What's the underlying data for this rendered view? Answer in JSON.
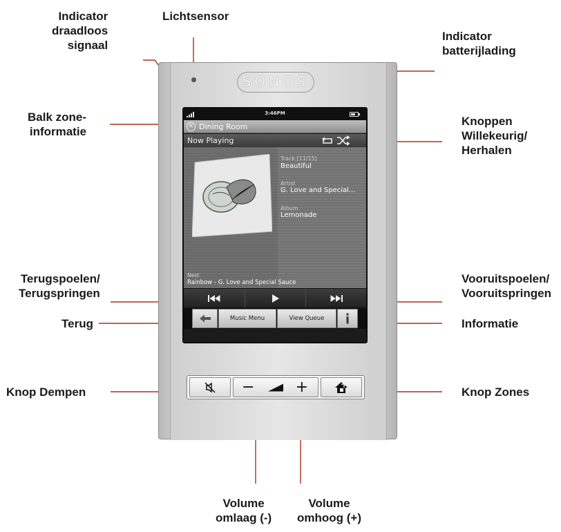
{
  "callouts": {
    "wireless_indicator": "Indicator\ndraadloos\nsignaal",
    "light_sensor": "Lichtsensor",
    "battery_indicator": "Indicator\nbatterijlading",
    "zone_info_bar": "Balk zone-\ninformatie",
    "shuffle_repeat_buttons": "Knoppen\nWillekeurig/\nHerhalen",
    "rewind_skip_back": "Terugspoelen/\nTerugspringen",
    "fast_forward_skip": "Vooruitspoelen/\nVooruitspringen",
    "back": "Terug",
    "info": "Informatie",
    "mute_button": "Knop Dempen",
    "zones_button": "Knop Zones",
    "volume_down": "Volume\nomlaag (-)",
    "volume_up": "Volume\nomhoog (+)"
  },
  "device": {
    "logo": "SONOS"
  },
  "screen": {
    "status": {
      "time": "3:46PM"
    },
    "zone_bar": {
      "zone_name": "Dining Room"
    },
    "now_playing": {
      "title": "Now Playing",
      "track_label": "Track [11/15]",
      "track_name": "Beautiful",
      "artist_label": "Artist",
      "artist_name": "G. Love and Special...",
      "album_label": "Album",
      "album_name": "Lemonade",
      "next_label": "Next",
      "next_value": "Rainbow - G. Love and Special Sauce"
    },
    "menu": {
      "music_menu": "Music Menu",
      "view_queue": "View Queue"
    }
  },
  "hardware": {
    "volume_minus": "−",
    "volume_plus": "+"
  },
  "icons": {
    "signal": "signal-bars-icon",
    "battery": "battery-icon",
    "zone": "zone-close-icon",
    "repeat": "repeat-icon",
    "shuffle": "shuffle-icon",
    "previous": "skip-back-icon",
    "play": "play-icon",
    "next": "skip-forward-icon",
    "back": "back-arrow-icon",
    "info": "info-icon",
    "mute": "mute-icon",
    "volume": "volume-wedge-icon",
    "zones": "zones-house-icon"
  },
  "colors": {
    "leader_line": "#a8321f",
    "label_text": "#1a1a1a"
  }
}
